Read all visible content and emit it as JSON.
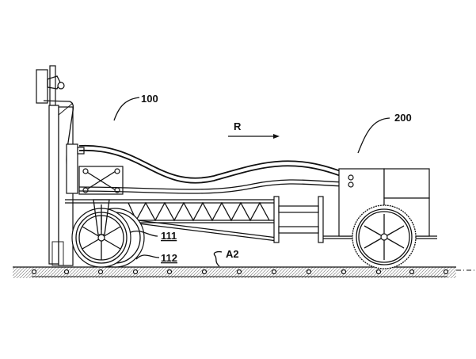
{
  "figure": {
    "title": "Patent drawing of two-unit rail vehicle",
    "labels": {
      "first_unit": "100",
      "second_unit": "200",
      "direction": "R",
      "wheel_inner": "111",
      "wheel_outer": "112",
      "rail_axis": "A2"
    },
    "underlined_labels": [
      "111",
      "112"
    ]
  }
}
